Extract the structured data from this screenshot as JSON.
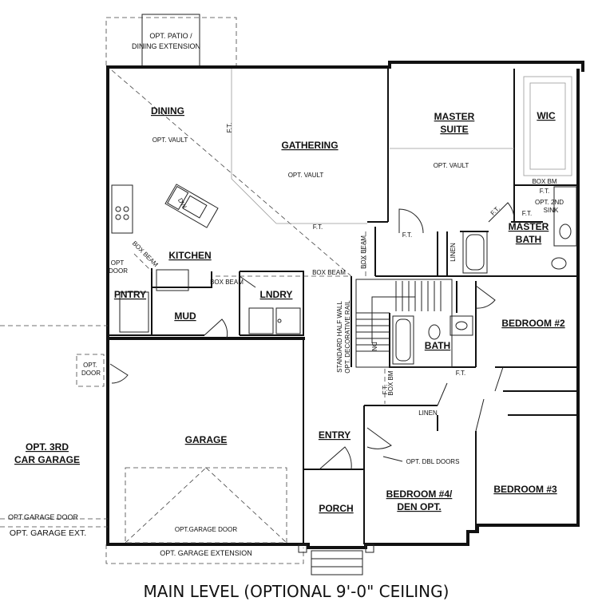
{
  "title": "MAIN LEVEL (OPTIONAL 9'-0\" CEILING)",
  "rooms": {
    "dining": "DINING",
    "gathering": "GATHERING",
    "master_suite_1": "MASTER",
    "master_suite_2": "SUITE",
    "wic": "WIC",
    "master_bath_1": "MASTER",
    "master_bath_2": "BATH",
    "kitchen": "KITCHEN",
    "pantry": "PNTRY",
    "mud": "MUD",
    "laundry": "LNDRY",
    "bedroom2": "BEDROOM #2",
    "bath": "BATH",
    "garage": "GARAGE",
    "entry": "ENTRY",
    "porch": "PORCH",
    "bedroom4_1": "BEDROOM #4/",
    "bedroom4_2": "DEN OPT.",
    "bedroom3": "BEDROOM #3"
  },
  "notes": {
    "opt_patio_1": "OPT. PATIO /",
    "opt_patio_2": "DINING EXTENSION",
    "opt_vault_dining": "OPT. VAULT",
    "opt_vault_gathering": "OPT. VAULT",
    "opt_vault_master": "OPT. VAULT",
    "ft_1": "F.T.",
    "ft_2": "F.T.",
    "ft_3": "F.T.",
    "ft_4": "F.T.",
    "ft_5": "F.T.",
    "ft_6": "F.T.",
    "ft_7": "F.T.",
    "ft_8": "F.T.",
    "box_bm_wic": "BOX BM",
    "opt_2nd_sink_1": "OPT. 2ND",
    "opt_2nd_sink_2": "SINK",
    "dw": "DW",
    "box_beam_1": "BOX BEAM",
    "box_beam_2": "BOX BEAM",
    "box_beam_3": "BOX BEAM",
    "box_beam_4": "BOX BEAM",
    "box_bm_hall": "BOX BM",
    "opt_door_1": "OPT",
    "opt_door_2": "DOOR",
    "opt_door_garage_1": "OPT.",
    "opt_door_garage_2": "DOOR",
    "linen_1": "LINEN",
    "linen_2": "LINEN",
    "dn": "DN",
    "half_wall_1": "STANDARD HALF WALL",
    "half_wall_2": "OPT. DECORATIVE RAIL",
    "opt_dbl_doors": "OPT. DBL DOORS",
    "opt_garage_door": "OPT.GARAGE DOOR",
    "opt_garage_extension": "OPT. GARAGE EXTENSION",
    "opt_3rd_1": "OPT. 3RD",
    "opt_3rd_2": "CAR GARAGE",
    "opt_garage_door_left": "OPT.GARAGE DOOR",
    "opt_garage_ext_left": "OPT. GARAGE EXT."
  }
}
